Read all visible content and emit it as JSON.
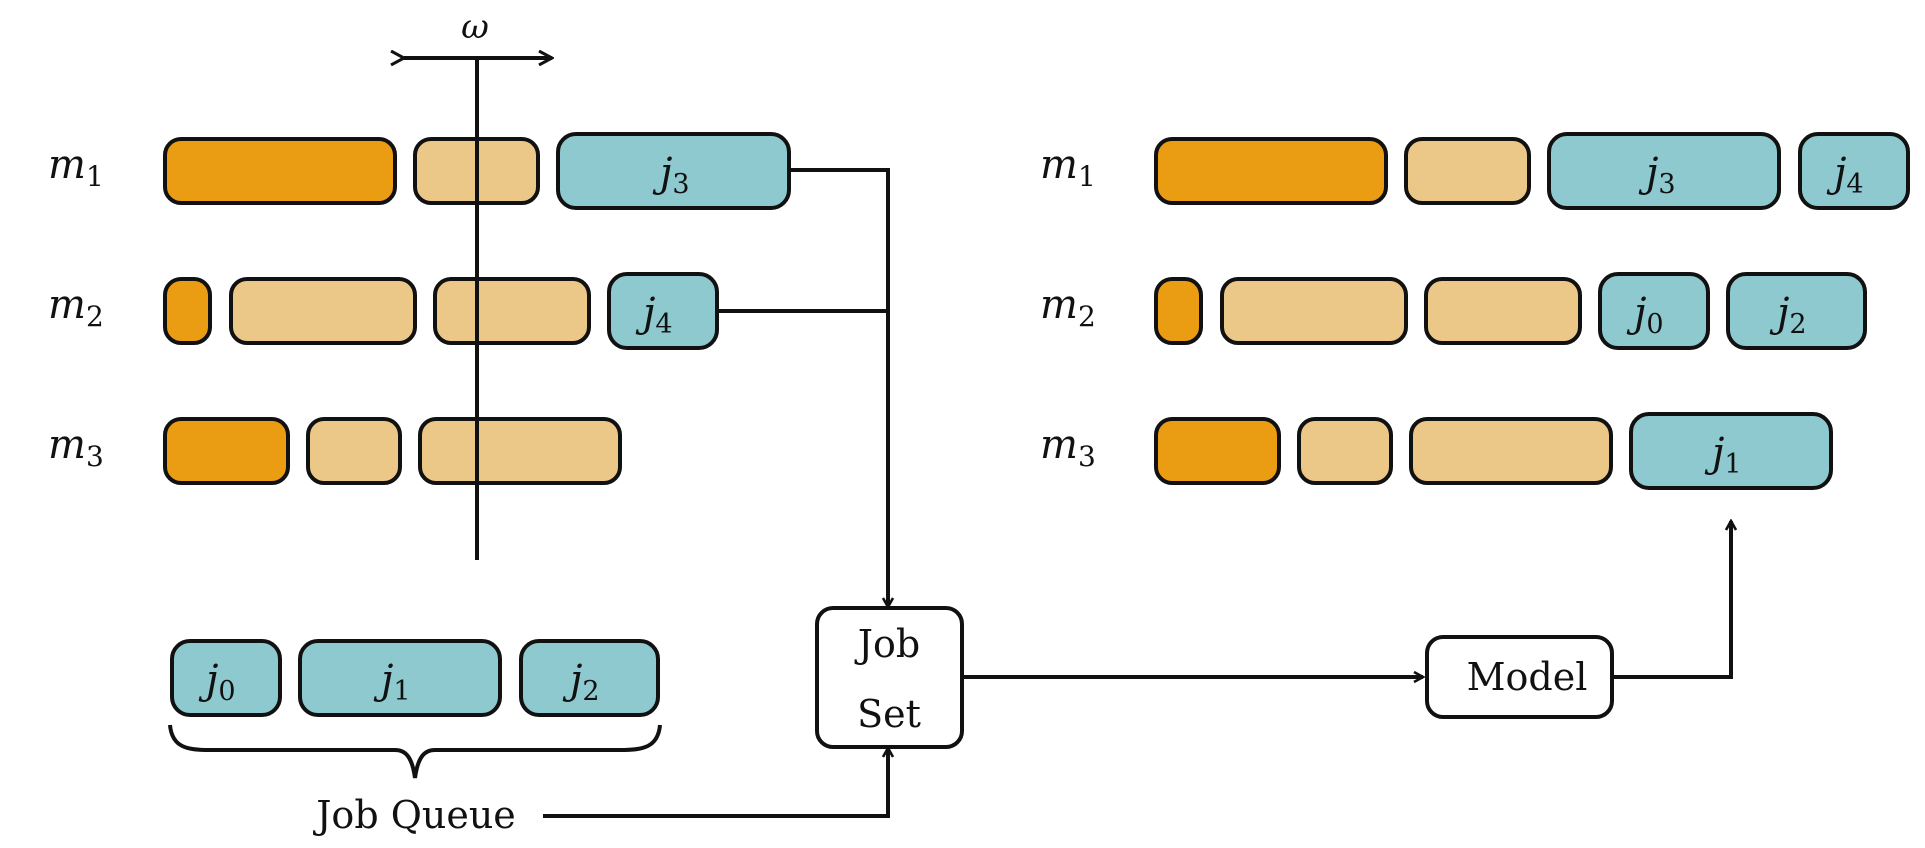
{
  "colors": {
    "running": "#EA9C12",
    "scheduled": "#EBC788",
    "new_job": "#8DC9CE",
    "stroke": "#111111",
    "background": "#ffffff"
  },
  "window_label": "ω",
  "machines": [
    {
      "name": "m",
      "index": "1"
    },
    {
      "name": "m",
      "index": "2"
    },
    {
      "name": "m",
      "index": "3"
    }
  ],
  "jobs": {
    "j0": {
      "name": "j",
      "index": "0"
    },
    "j1": {
      "name": "j",
      "index": "1"
    },
    "j2": {
      "name": "j",
      "index": "2"
    },
    "j3": {
      "name": "j",
      "index": "3"
    },
    "j4": {
      "name": "j",
      "index": "4"
    }
  },
  "job_set": {
    "line1": "Job",
    "line2": "Set"
  },
  "model_label": "Model",
  "job_queue_label": "Job Queue"
}
